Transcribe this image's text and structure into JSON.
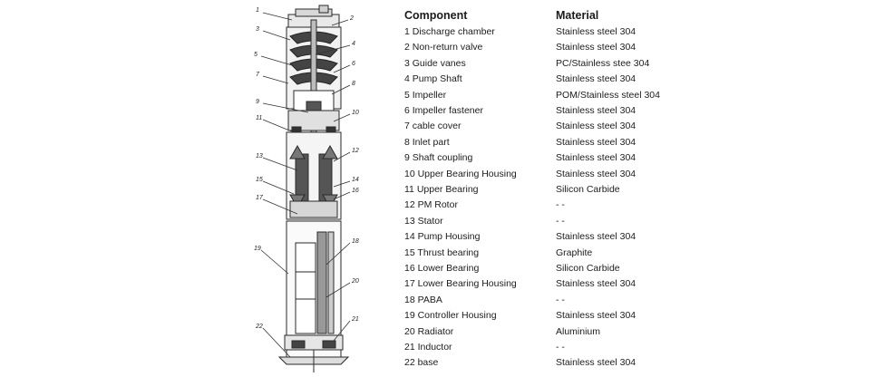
{
  "table": {
    "header_component": "Component",
    "header_material": "Material",
    "rows": [
      {
        "component": "1 Discharge chamber",
        "material": "Stainless steel 304"
      },
      {
        "component": "2 Non-return valve",
        "material": "Stainless steel 304"
      },
      {
        "component": "3 Guide vanes",
        "material": "PC/Stainless stee 304"
      },
      {
        "component": "4 Pump Shaft",
        "material": "Stainless steel 304"
      },
      {
        "component": "5 Impeller",
        "material": "POM/Stainless steel 304"
      },
      {
        "component": "6 Impeller fastener",
        "material": "Stainless steel 304"
      },
      {
        "component": "7 cable cover",
        "material": "Stainless steel 304"
      },
      {
        "component": "8 Inlet part",
        "material": "Stainless steel 304"
      },
      {
        "component": "9 Shaft coupling",
        "material": "Stainless steel 304"
      },
      {
        "component": "10 Upper Bearing Housing",
        "material": "Stainless steel 304"
      },
      {
        "component": "11 Upper Bearing",
        "material": "Silicon Carbide"
      },
      {
        "component": "12 PM Rotor",
        "material": "- -"
      },
      {
        "component": "13 Stator",
        "material": "- -"
      },
      {
        "component": "14 Pump Housing",
        "material": "Stainless steel 304"
      },
      {
        "component": "15 Thrust bearing",
        "material": "Graphite"
      },
      {
        "component": "16 Lower Bearing",
        "material": "Silicon Carbide"
      },
      {
        "component": "17 Lower Bearing Housing",
        "material": "Stainless steel 304"
      },
      {
        "component": "18  PABA",
        "material": "- -"
      },
      {
        "component": "19 Controller Housing",
        "material": "Stainless steel 304"
      },
      {
        "component": "20 Radiator",
        "material": "Aluminium"
      },
      {
        "component": "21 Inductor",
        "material": "- -"
      },
      {
        "component": "22 base",
        "material": "Stainless steel 304"
      }
    ]
  },
  "diagram": {
    "callouts": [
      "1",
      "2",
      "3",
      "4",
      "5",
      "6",
      "7",
      "8",
      "9",
      "10",
      "11",
      "12",
      "13",
      "14",
      "15",
      "16",
      "17",
      "18",
      "19",
      "20",
      "21",
      "22"
    ]
  }
}
